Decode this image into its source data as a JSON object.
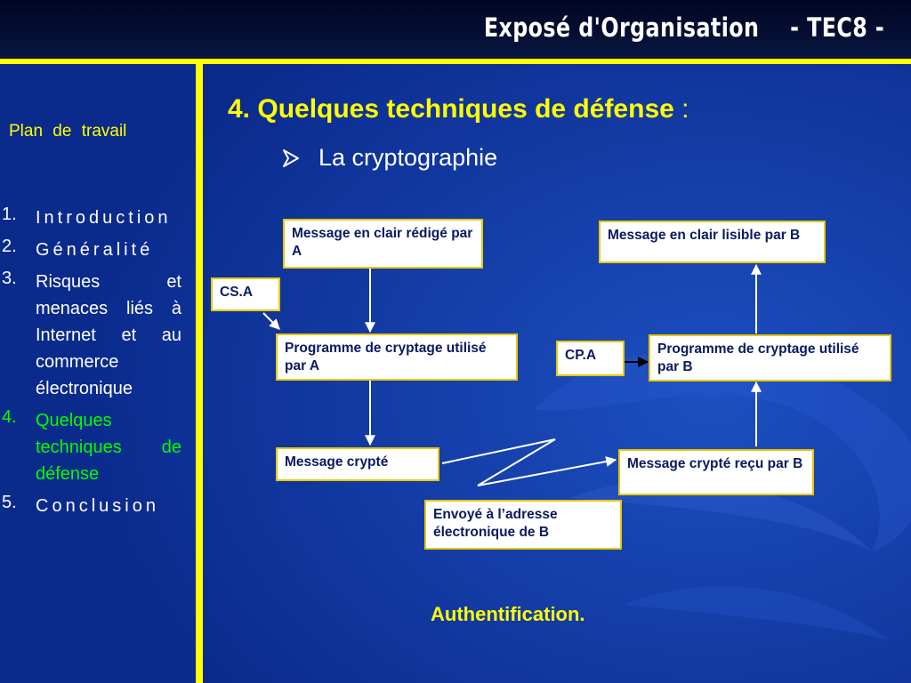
{
  "header": {
    "title": "Exposé d'Organisation    - TEC8 -"
  },
  "sidebar": {
    "title": "Plan  de  travail",
    "items": [
      {
        "num": "1.",
        "label": "Introduction"
      },
      {
        "num": "2.",
        "label": "Généralité"
      },
      {
        "num": "3.",
        "label": "Risques et menaces liés à Internet et au commerce électronique"
      },
      {
        "num": "4.",
        "label": "Quelques techniques de défense"
      },
      {
        "num": "5.",
        "label": "Conclusion"
      }
    ]
  },
  "main": {
    "heading": "4.  Quelques techniques de défense",
    "heading_colon": " :",
    "subheading": "La cryptographie",
    "footer": "Authentification."
  },
  "diagram": {
    "boxes": {
      "msg_clair_a": "Message en clair rédigé par A",
      "cs_a": "CS.A",
      "prog_a": "Programme de cryptage utilisé par A",
      "msg_crypte": "Message crypté",
      "envoye": "Envoyé à l’adresse électronique de B",
      "msg_crypte_b": "Message crypté reçu par B",
      "cp_a": "CP.A",
      "prog_b": "Programme de cryptage utilisé par B",
      "msg_clair_b": "Message en clair lisible par B"
    }
  },
  "colors": {
    "background": "#0a2a8c",
    "accent": "#ffff00",
    "active": "#00ff00",
    "box_text": "#0a1a60"
  }
}
